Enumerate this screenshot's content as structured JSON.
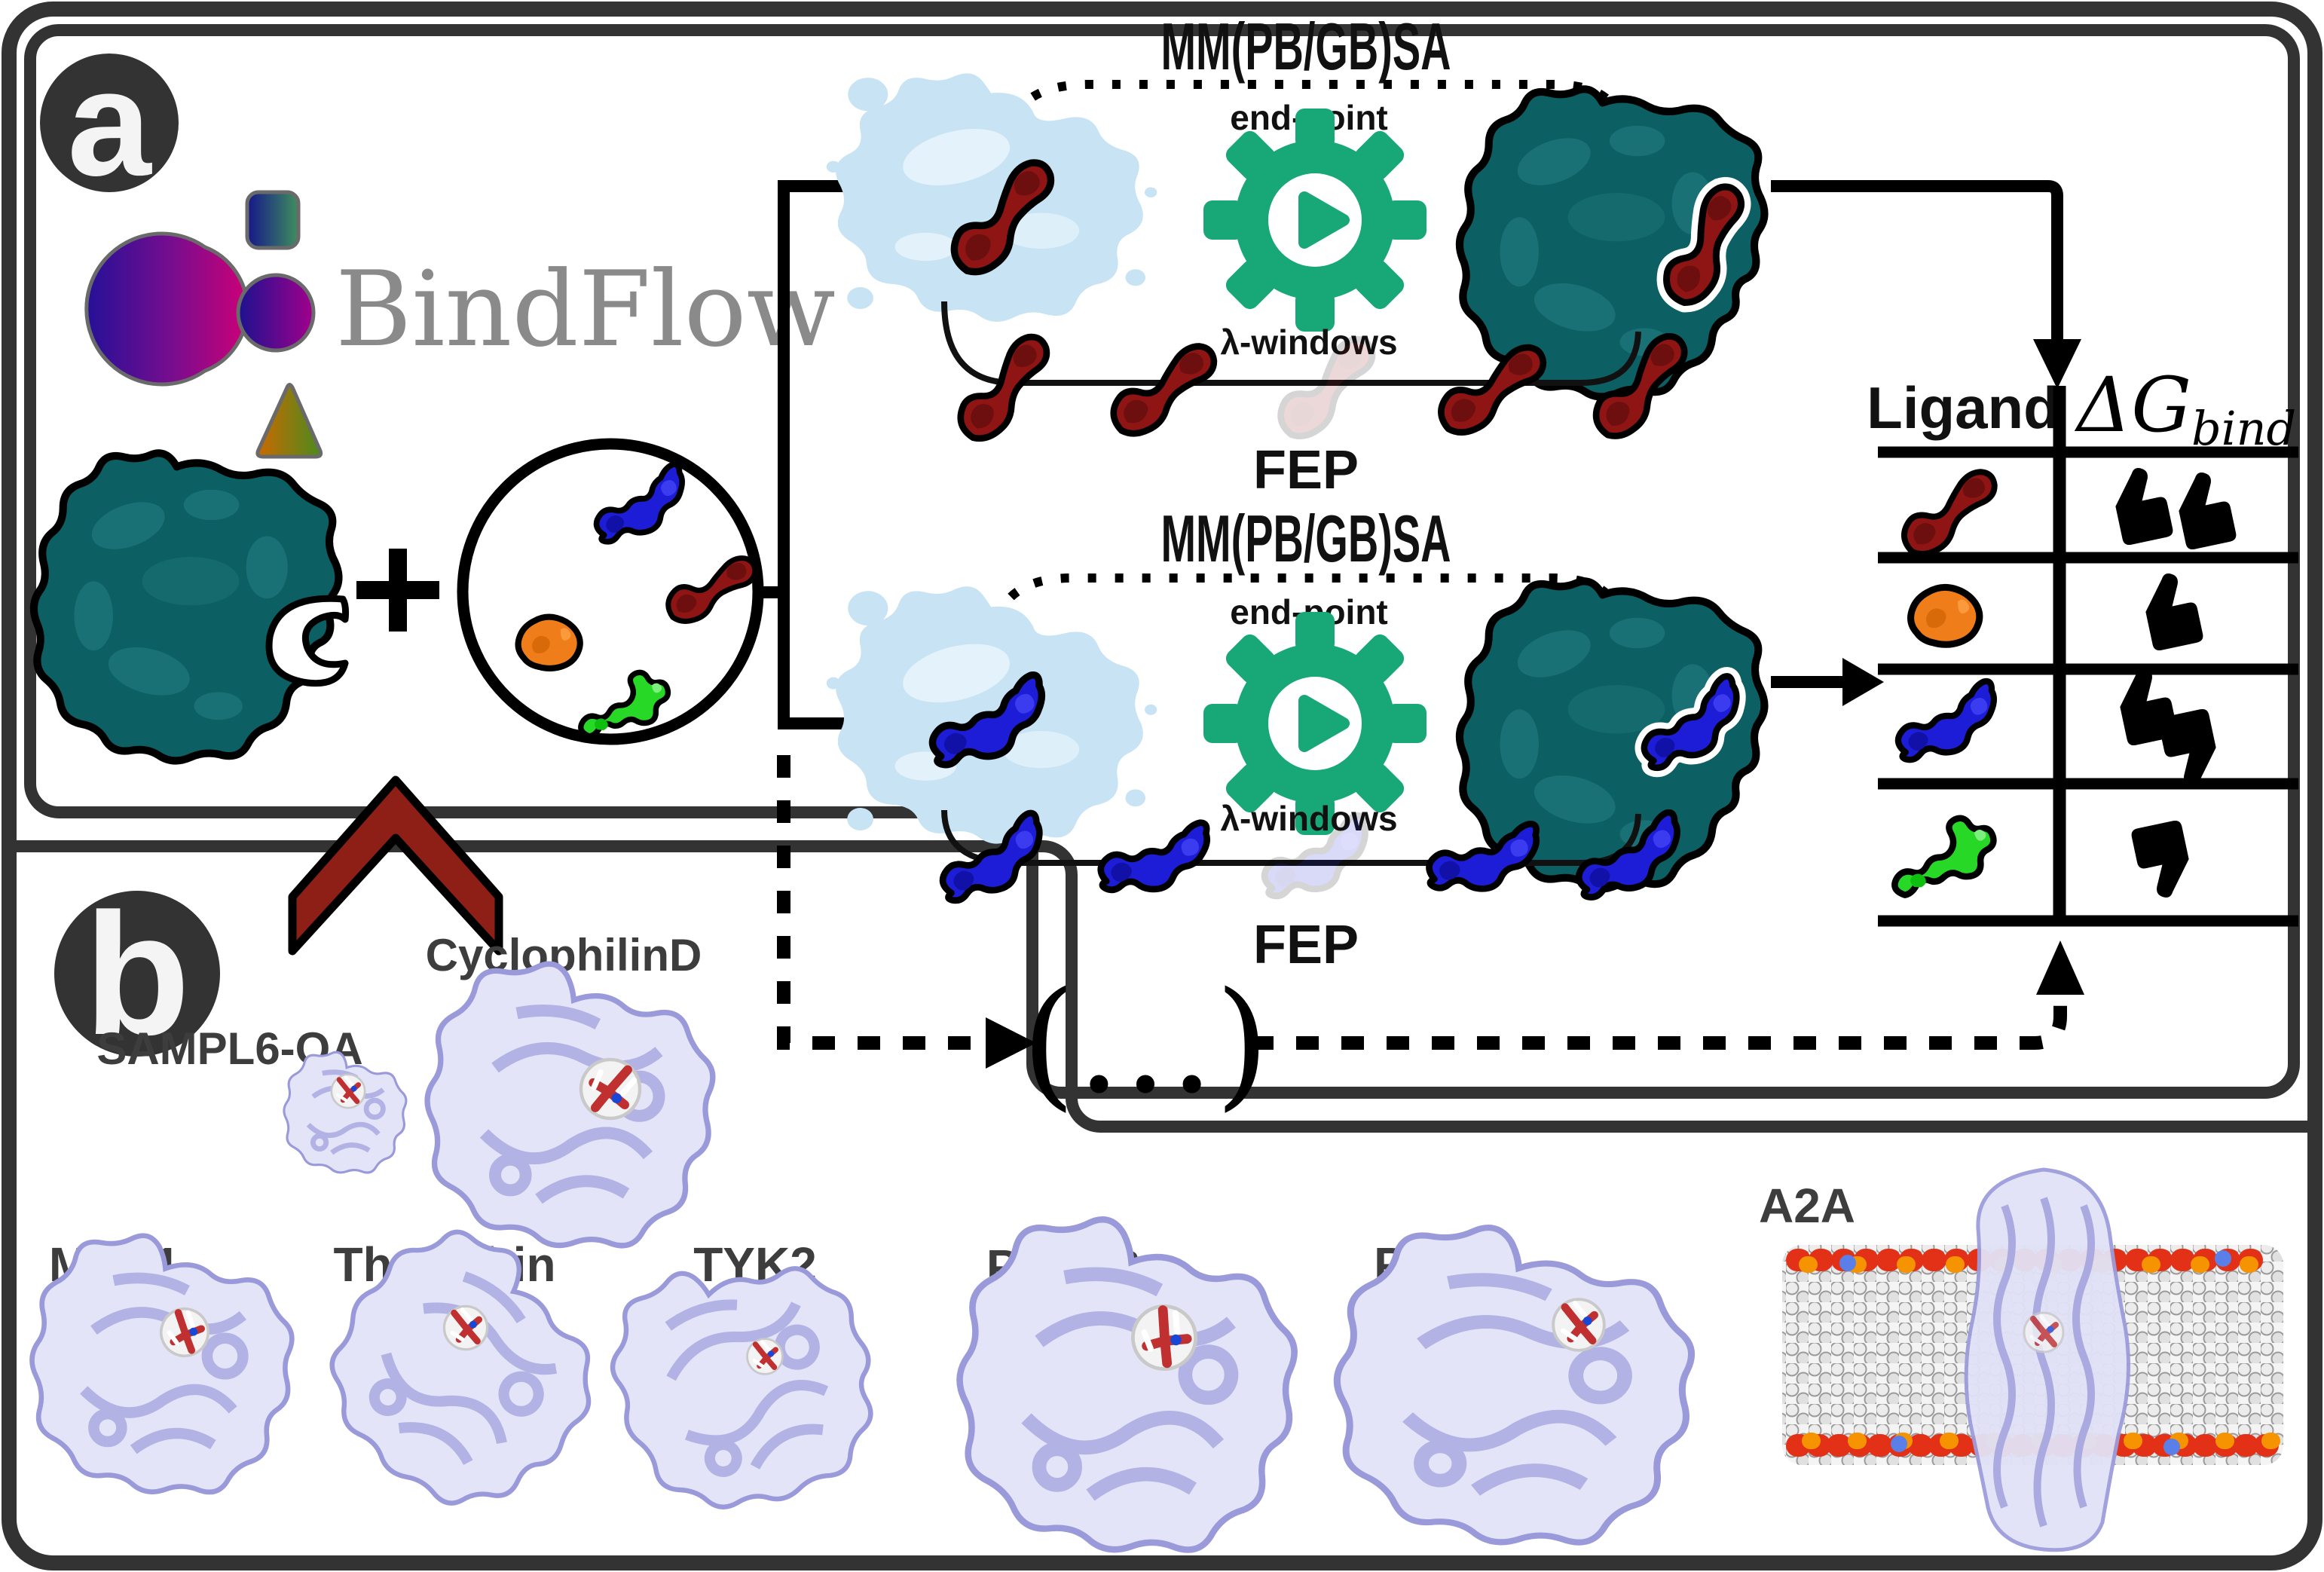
{
  "badges": {
    "a": "a",
    "b": "b"
  },
  "logo": {
    "title": "BindFlow"
  },
  "inputs": {
    "receptor": "receptor-protein",
    "plus": "+",
    "ligand_pool": [
      "blue-ligand",
      "dark-red-ligand",
      "orange-ligand",
      "green-ligand"
    ]
  },
  "pipelines": [
    {
      "method": "MM(PB/GB)SA",
      "endpoint_label": "end-point",
      "lambda_label": "λ-windows",
      "fep_label": "FEP",
      "ligand": "dark-red"
    },
    {
      "method": "MM(PB/GB)SA",
      "endpoint_label": "end-point",
      "lambda_label": "λ-windows",
      "fep_label": "FEP",
      "ligand": "blue"
    }
  ],
  "ellipsis": "(…)",
  "table": {
    "header": {
      "ligand": "Ligand",
      "dg": "ΔG",
      "dg_sub": "bind"
    },
    "rows": [
      {
        "ligand": "dark-red",
        "rating": [
          "thumb-up",
          "thumb-up"
        ]
      },
      {
        "ligand": "orange",
        "rating": [
          "thumb-up"
        ]
      },
      {
        "ligand": "blue",
        "rating": [
          "thumb-up",
          "thumb-down"
        ]
      },
      {
        "ligand": "green",
        "rating": [
          "thumb-down"
        ]
      }
    ]
  },
  "targets": [
    {
      "name": "SAMPL6-OA"
    },
    {
      "name": "CyclophilinD"
    },
    {
      "name": "MCL1"
    },
    {
      "name": "Thrombin"
    },
    {
      "name": "TYK2"
    },
    {
      "name": "PTP1B"
    },
    {
      "name": "P38"
    },
    {
      "name": "A2A"
    }
  ],
  "colors": {
    "border": "#333333",
    "accent_green": "#18A878",
    "teal_protein": "#0C5F63",
    "red_ligand": "#8F1414",
    "blue_ligand": "#1D1DD8",
    "orange_ligand": "#EF7D1A",
    "green_ligand": "#27D827",
    "solvent": "#C7E3F4",
    "lavender_protein": "#E4E4F8",
    "chevron": "#8E1F16"
  }
}
